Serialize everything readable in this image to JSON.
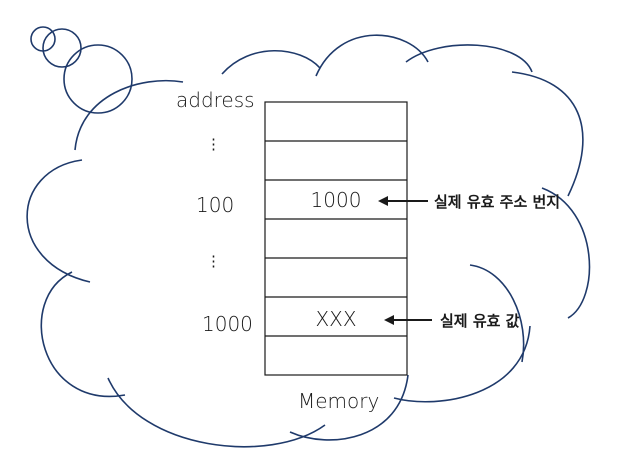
{
  "header_label": "address",
  "address_labels": {
    "dots_top": "⋮",
    "addr_100": "100",
    "dots_bottom": "⋮",
    "addr_1000": "1000"
  },
  "cells": {
    "cell_at_100": "1000",
    "cell_at_1000": "XXX"
  },
  "annotations": {
    "effective_address": "실제 유효 주소 번지",
    "effective_value": "실제 유효 값"
  },
  "memory_label": "Memory",
  "colors": {
    "cloud_stroke": "#1f3a6b",
    "ink": "#1a1a1a"
  }
}
